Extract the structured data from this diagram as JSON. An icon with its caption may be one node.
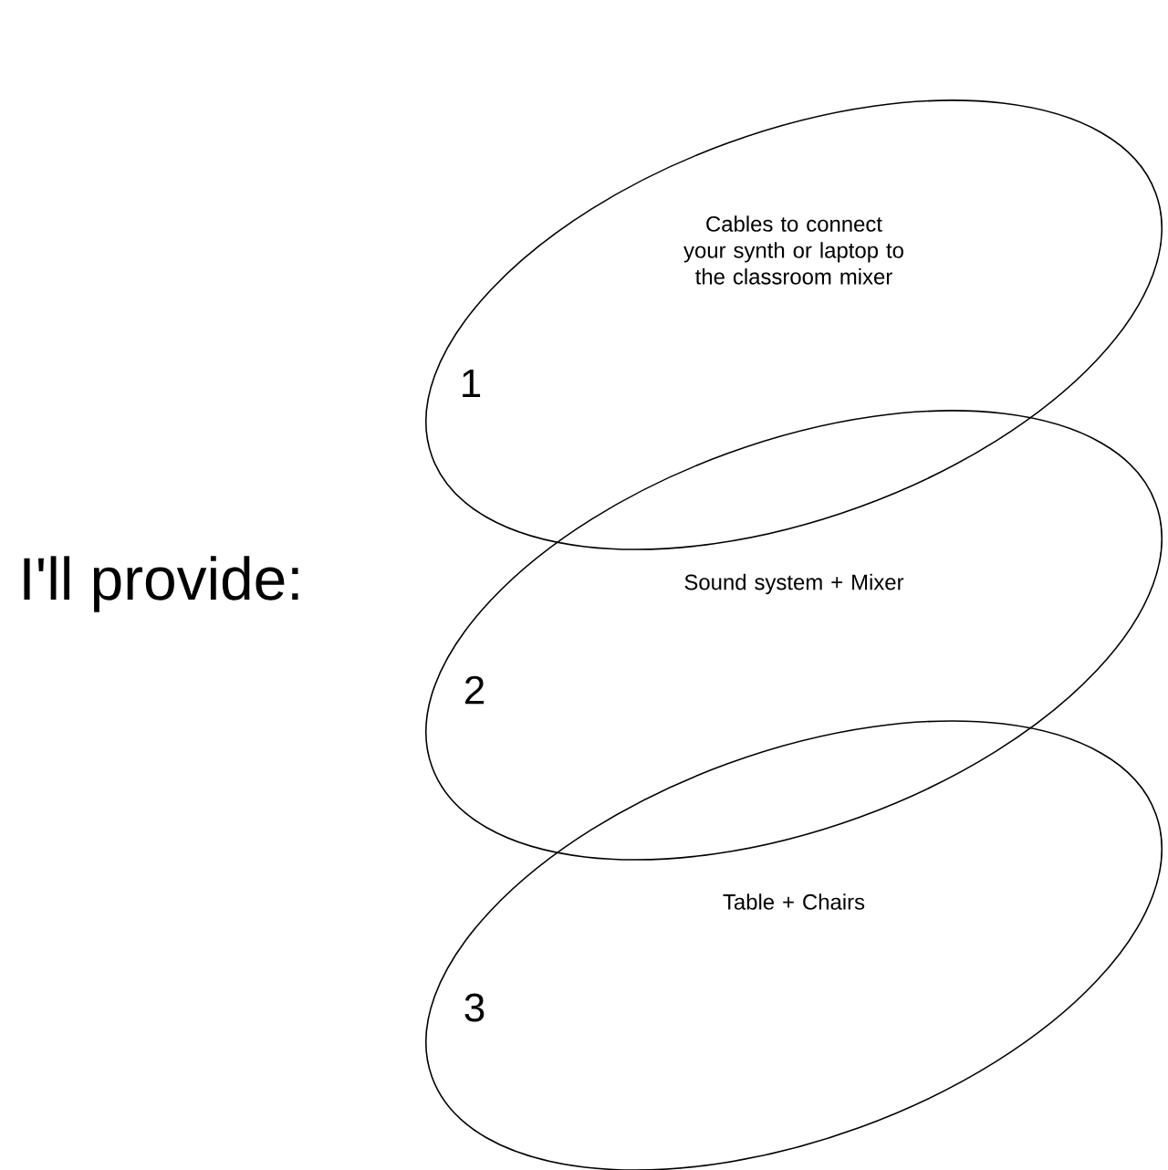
{
  "diagram": {
    "title": "I'll provide:",
    "nodes": [
      {
        "text": [
          "Cables to connect your synth or laptop to the classroom mixer",
          "1"
        ]
      },
      {
        "text": [
          "Sound system + Mixer",
          "2"
        ]
      },
      {
        "text": [
          "Table + Chairs",
          "3"
        ]
      }
    ]
  }
}
